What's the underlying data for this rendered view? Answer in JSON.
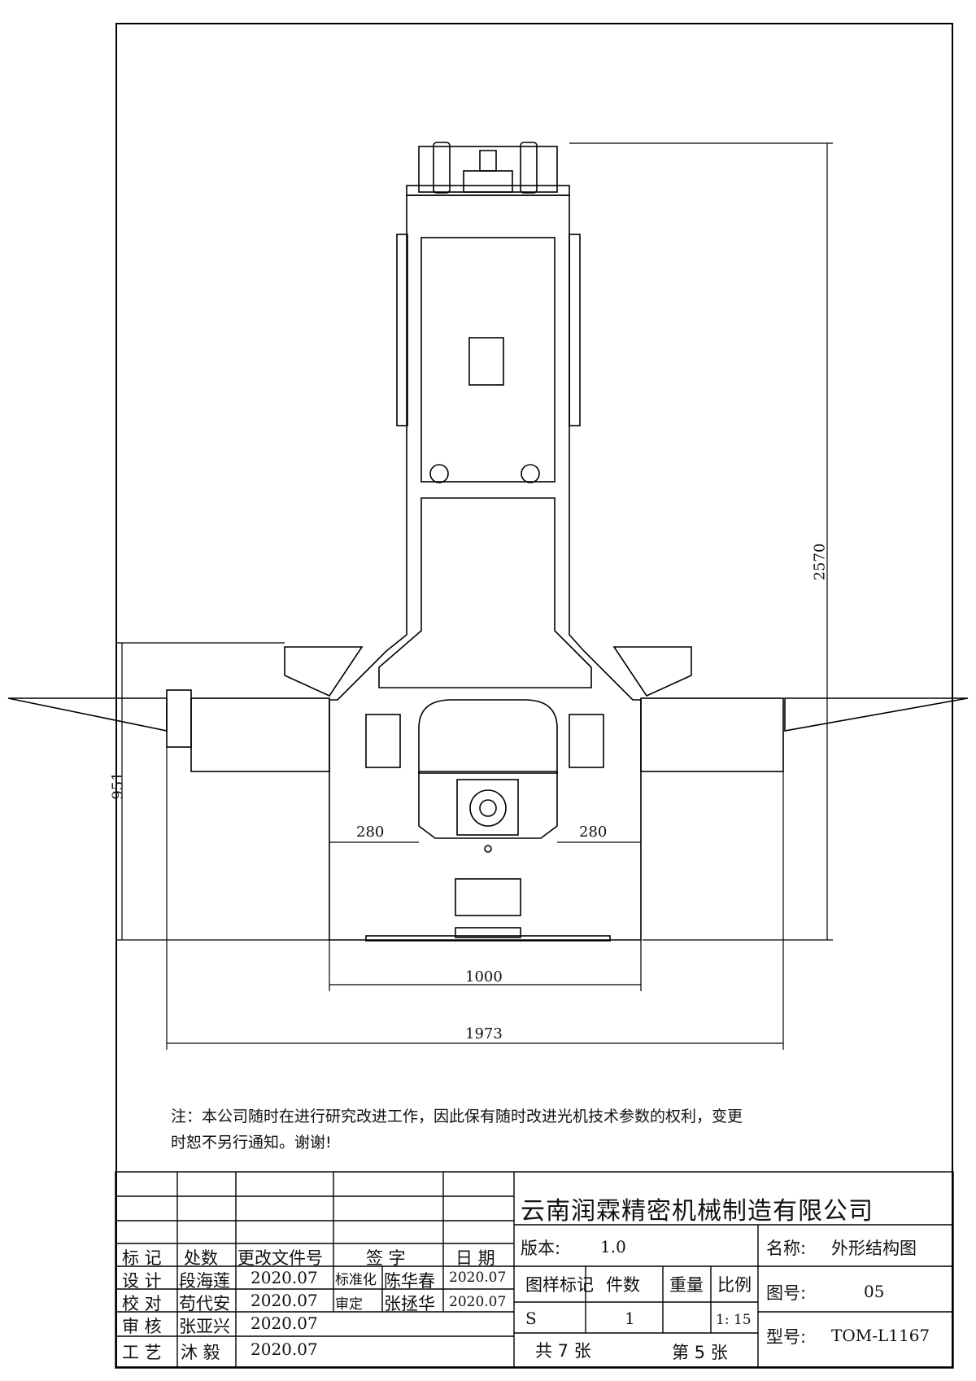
{
  "dimensions": {
    "total_height": "2570",
    "left_height": "951",
    "left_offset": "280",
    "right_offset": "280",
    "base_width": "1000",
    "overall_width": "1973"
  },
  "note": {
    "line1": "注：本公司随时在进行研究改进工作，因此保有随时改进光机技术参数的权利，变更",
    "line2": "时恕不另行通知。谢谢!"
  },
  "title_block": {
    "company": "云南润霖精密机械制造有限公司",
    "headers": {
      "mark": "标 记",
      "count": "处数",
      "doc": "更改文件号",
      "sign": "签 字",
      "date": "日 期"
    },
    "rows": [
      {
        "role": "设 计",
        "name": "段海莲",
        "date": "2020.07",
        "role2": "标准化",
        "name2": "陈华春",
        "date2": "2020.07"
      },
      {
        "role": "校 对",
        "name": "苟代安",
        "date": "2020.07",
        "role2": "审定",
        "name2": "张拯华",
        "date2": "2020.07"
      },
      {
        "role": "审 核",
        "name": "张亚兴",
        "date": "2020.07"
      },
      {
        "role": "工 艺",
        "name": "沐 毅",
        "date": "2020.07"
      }
    ],
    "version_label": "版本:",
    "version_value": "1.0",
    "name_label": "名称:",
    "name_value": "外形结构图",
    "col_sample_mark": "图样标记",
    "col_qty": "件数",
    "col_weight": "重量",
    "col_scale": "比例",
    "sample_mark_value": "S",
    "qty_value": "1",
    "scale_value": "1: 15",
    "drawing_no_label": "图号:",
    "drawing_no_value": "05",
    "model_label": "型号:",
    "model_value": "TOM-L1167",
    "total_sheets": "共 7 张",
    "sheet_no": "第 5 张"
  }
}
